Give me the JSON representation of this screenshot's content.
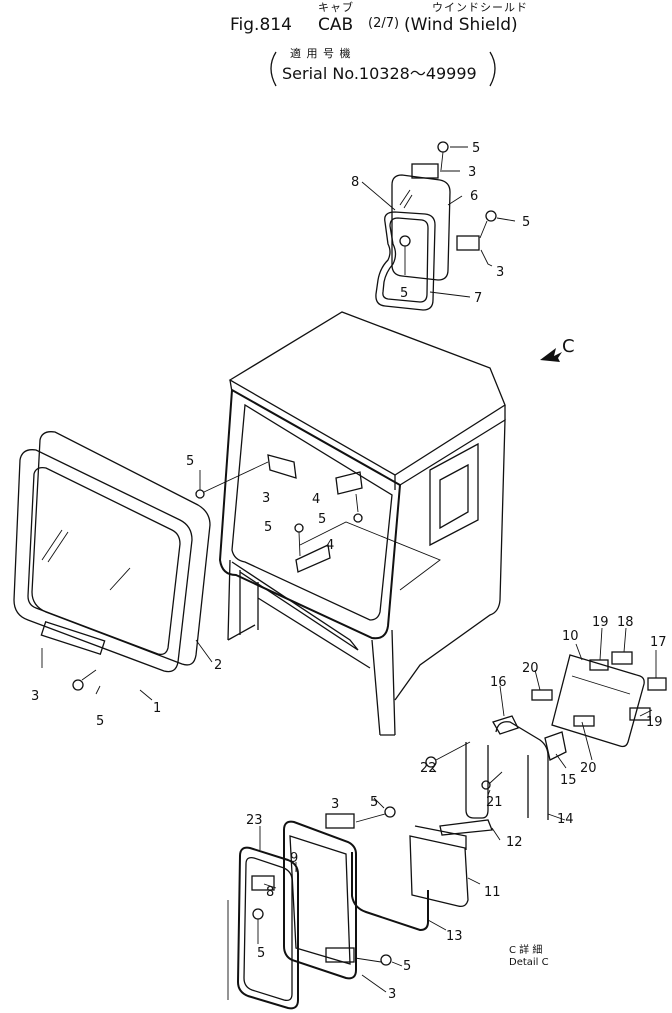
{
  "header": {
    "kana_cab": "キャブ",
    "kana_wind": "ウインドシールド",
    "fig": "Fig.814",
    "cab": "CAB",
    "page": "(2/7)",
    "wind": "(Wind Shield)",
    "applic_kana": "適 用 号 機",
    "serial": "Serial No.10328～49999"
  },
  "view_marker": "C",
  "detail_kana": "C 詳 細",
  "detail_label": "Detail C",
  "callouts": {
    "top_5a": "5",
    "top_3a": "3",
    "top_8": "8",
    "top_6": "6",
    "top_5b": "5",
    "top_5c": "5",
    "top_3b": "3",
    "top_7": "7",
    "l_5": "5",
    "l_3": "3",
    "l_4a": "4",
    "l_5b": "5",
    "l_5c": "5",
    "l_4b": "4",
    "w_2": "2",
    "w_3": "3",
    "w_5": "5",
    "w_1": "1",
    "r_10": "10",
    "r_19a": "19",
    "r_18": "18",
    "r_17": "17",
    "r_20a": "20",
    "r_16": "16",
    "r_19b": "19",
    "r_22": "22",
    "r_21": "21",
    "r_15": "15",
    "r_20b": "20",
    "r_14": "14",
    "r_12": "12",
    "r_11": "11",
    "r_13": "13",
    "b_23": "23",
    "b_9": "9",
    "b_3a": "3",
    "b_5a": "5",
    "b_8": "8",
    "b_5b": "5",
    "b_5c": "5",
    "b_3b": "3"
  }
}
